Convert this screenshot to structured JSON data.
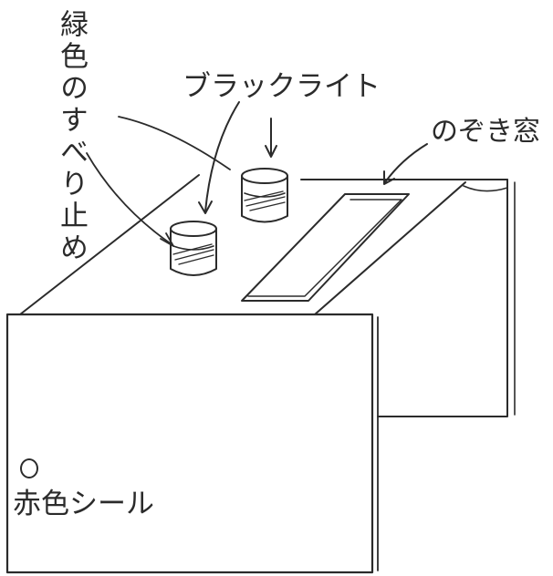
{
  "labels": {
    "green_stopper": "緑色のすべり止め",
    "black_light": "ブラックライト",
    "peephole": "のぞき窓",
    "red_seal": "赤色シール"
  },
  "colors": {
    "ink": "#2b2b2b",
    "paper": "#ffffff"
  },
  "icons": {
    "red_seal_marker": "circle"
  }
}
